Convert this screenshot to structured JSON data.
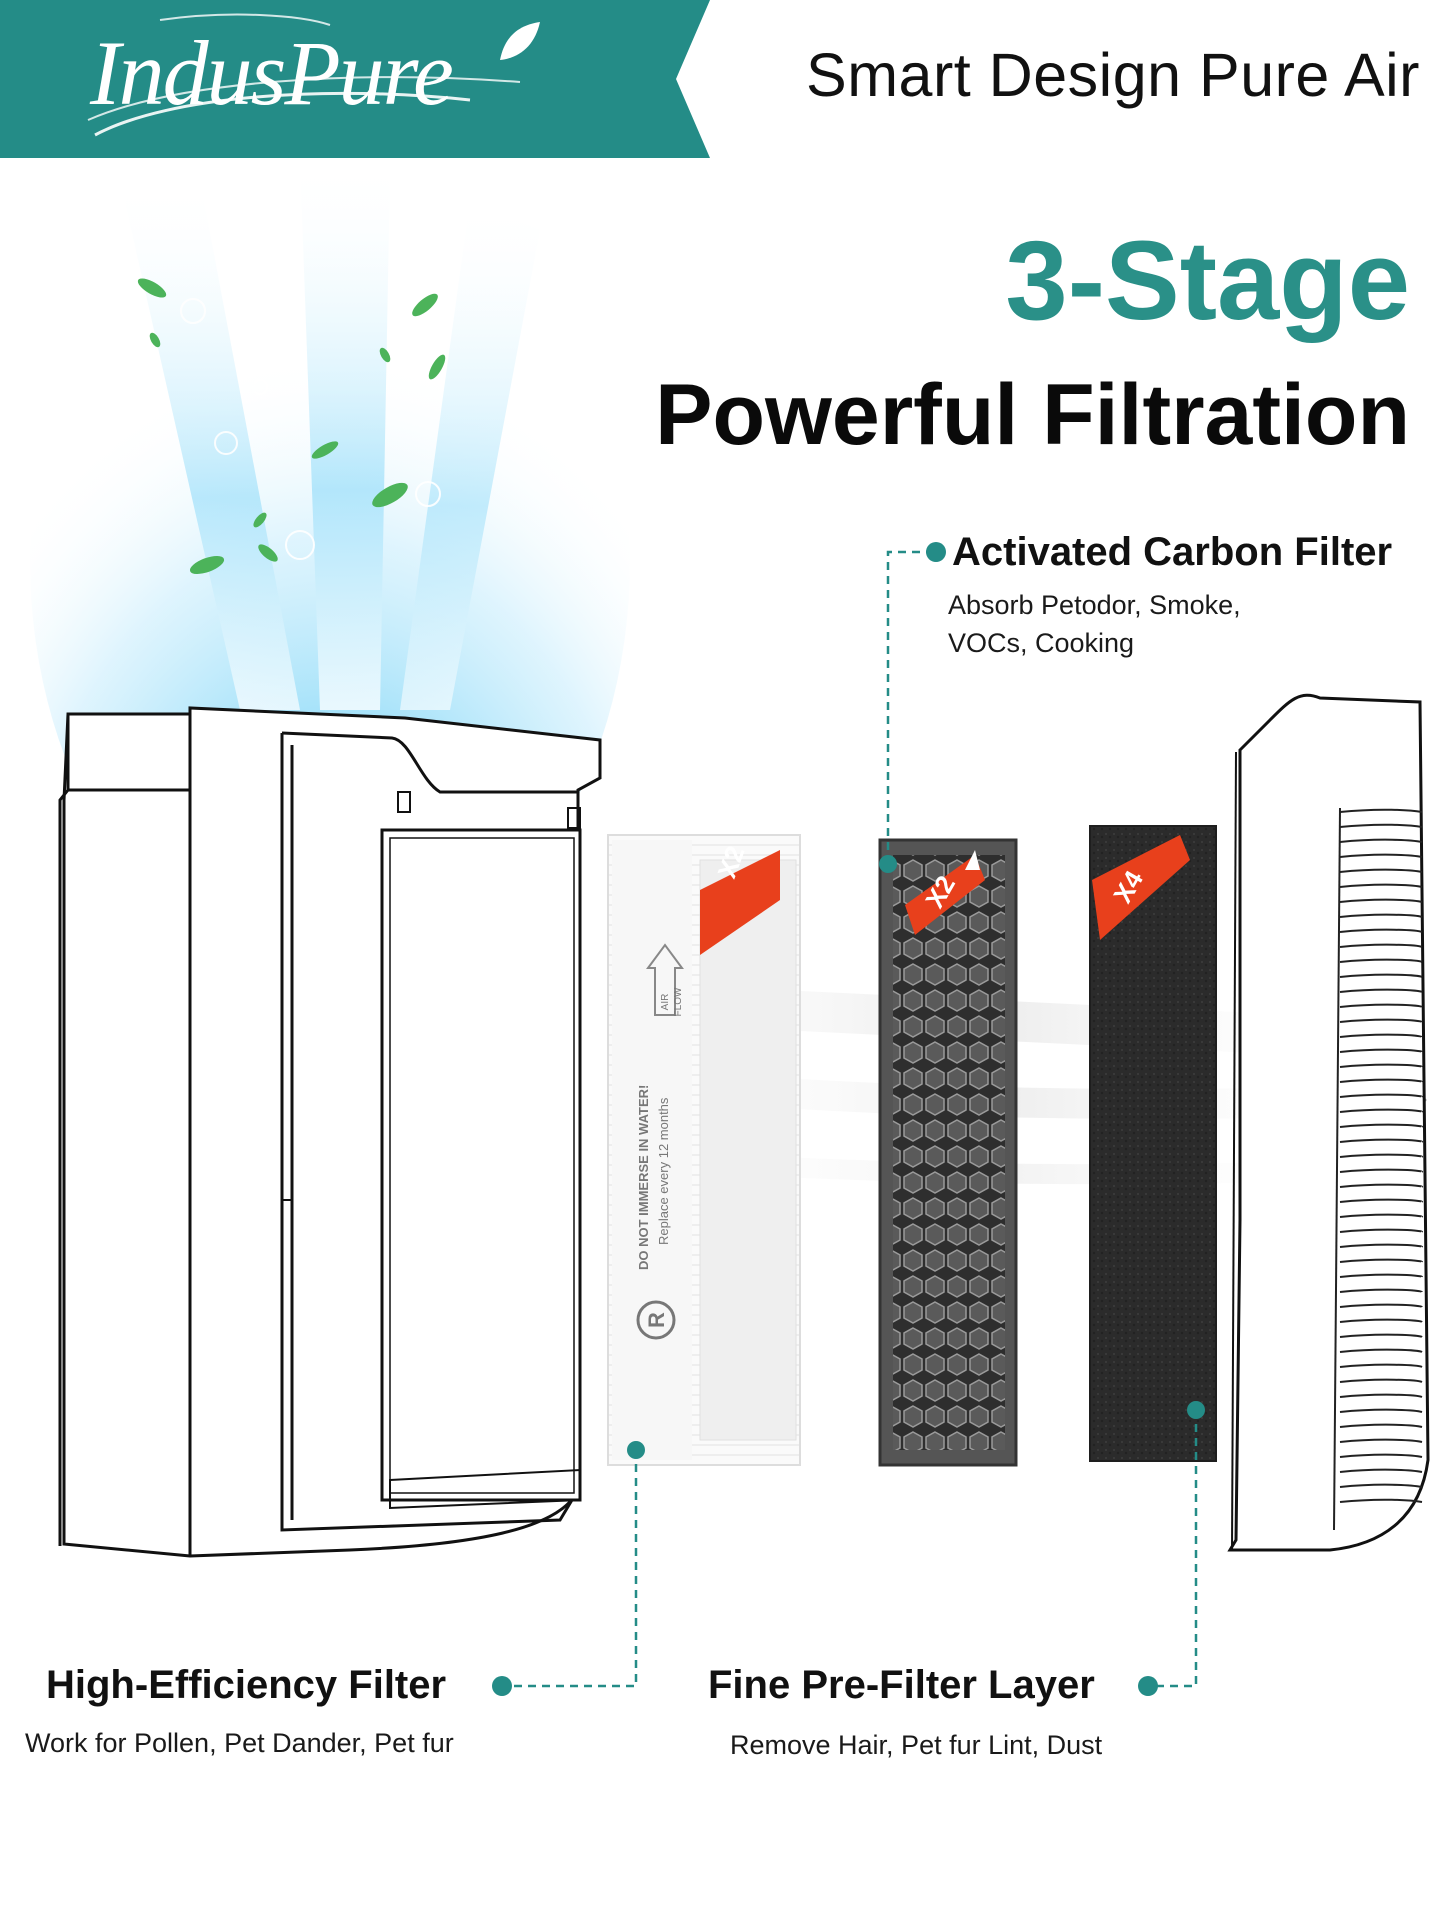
{
  "header": {
    "logo_text": "IndusPure",
    "tagline": "Smart Design Pure Air",
    "banner_color": "#248c87"
  },
  "title": {
    "line1": "3-Stage",
    "line2": "Powerful Filtration",
    "accent_color": "#2a9088"
  },
  "callouts": {
    "carbon": {
      "title": "Activated Carbon Filter",
      "desc_line1": "Absorb Petodor, Smoke,",
      "desc_line2": "VOCs, Cooking"
    },
    "hepa": {
      "title": "High-Efficiency Filter",
      "desc": "Work for Pollen, Pet Dander, Pet fur"
    },
    "prefilter": {
      "title": "Fine Pre-Filter Layer",
      "desc": "Remove Hair, Pet fur Lint, Dust"
    }
  },
  "filters": {
    "hepa_badge": "X2",
    "carbon_badge": "X2",
    "prefilter_badge": "X4",
    "hepa_airflow_label1": "AIR",
    "hepa_airflow_label2": "FLOW",
    "hepa_warning": "DO NOT IMMERSE IN WATER!",
    "hepa_replace": "Replace every 12 months",
    "hepa_mark": "R"
  },
  "colors": {
    "teal": "#248c87",
    "badge_red": "#e8401c",
    "carbon_dark": "#3a3a3a",
    "foam_dark": "#2a2a2a"
  }
}
